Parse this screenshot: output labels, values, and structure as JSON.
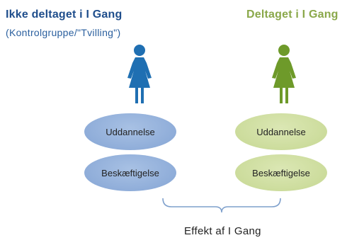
{
  "left_group": {
    "title": "Ikke deltaget i I Gang",
    "subtitle": "(Kontrolgruppe/\"Tvilling\")",
    "color": "#1f6fb2",
    "outcomes": [
      "Uddannelse",
      "Beskæftigelse"
    ]
  },
  "right_group": {
    "title": "Deltaget i I Gang",
    "color": "#6e9a2a",
    "outcomes": [
      "Uddannelse",
      "Beskæftigelse"
    ]
  },
  "effect_label": "Effekt af I Gang"
}
